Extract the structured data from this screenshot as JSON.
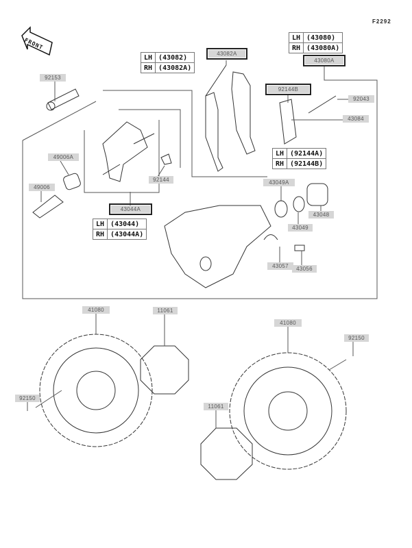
{
  "diagram_code": "F2292",
  "front_label": "FRONT",
  "tables": {
    "pad": [
      {
        "side": "LH",
        "part": "(43082)"
      },
      {
        "side": "RH",
        "part": "(43082A)"
      }
    ],
    "caliper": [
      {
        "side": "LH",
        "part": "(43080)"
      },
      {
        "side": "RH",
        "part": "(43080A)"
      }
    ],
    "spring": [
      {
        "side": "LH",
        "part": "(92144A)"
      },
      {
        "side": "RH",
        "part": "(92144B)"
      }
    ],
    "holder": [
      {
        "side": "LH",
        "part": "(43044)"
      },
      {
        "side": "RH",
        "part": "(43044A)"
      }
    ]
  },
  "labels": {
    "p43082A": "43082A",
    "p43080A": "43080A",
    "p92153": "92153",
    "p92144B": "92144B",
    "p92043": "92043",
    "p43084": "43084",
    "p49006A": "49006A",
    "p49006": "49006",
    "p92144": "92144",
    "p43044A": "43044A",
    "p43049A": "43049A",
    "p43048": "43048",
    "p43049": "43049",
    "p43057": "43057",
    "p43056": "43056",
    "p41080L": "41080",
    "p11061L": "11061",
    "p92150L": "92150",
    "p41080R": "41080",
    "p92150R": "92150",
    "p11061R": "11061"
  }
}
